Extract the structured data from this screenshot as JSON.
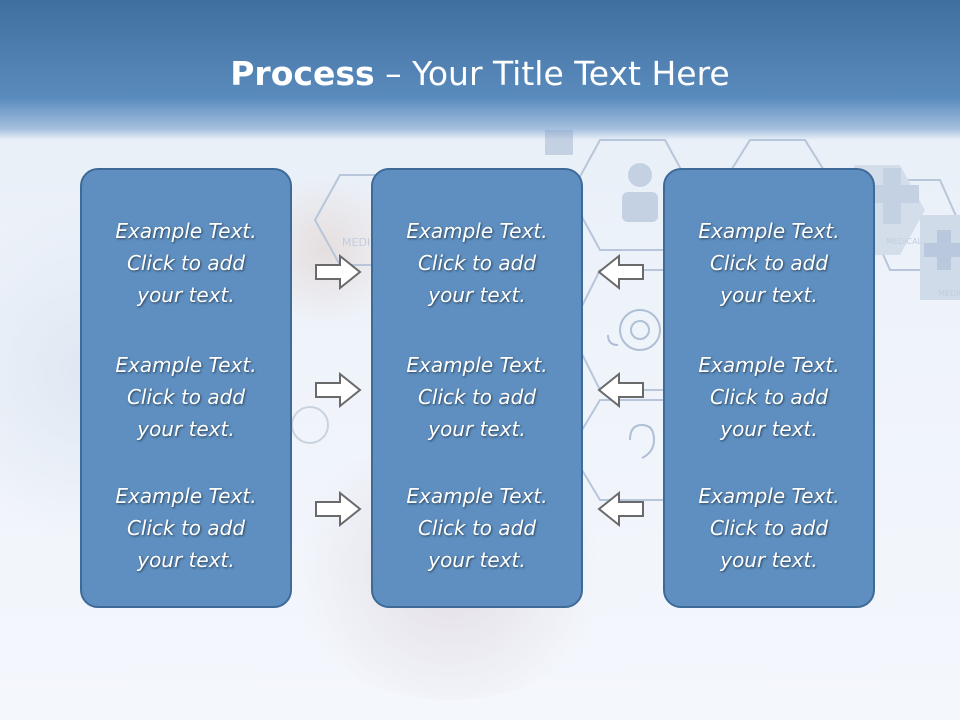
{
  "title": {
    "bold": "Process",
    "rest": " – Your Title Text Here"
  },
  "columns": [
    {
      "blocks": [
        [
          "Example Text.",
          "Click  to add",
          "your text."
        ],
        [
          "Example Text.",
          "Click  to add",
          "your text."
        ],
        [
          "Example Text.",
          "Click  to add",
          "your text."
        ]
      ]
    },
    {
      "blocks": [
        [
          "Example Text.",
          "Click  to add",
          "your text."
        ],
        [
          "Example Text.",
          "Click  to add",
          "your text."
        ],
        [
          "Example Text.",
          "Click  to add",
          "your text."
        ]
      ]
    },
    {
      "blocks": [
        [
          "Example Text.",
          "Click  to add",
          "your text."
        ],
        [
          "Example Text.",
          "Click  to add",
          "your text."
        ],
        [
          "Example Text.",
          "Click  to add",
          "your text."
        ]
      ]
    }
  ],
  "background_labels": [
    "MEDIC",
    "MEDICAL",
    "MEDIC"
  ],
  "arrows": {
    "left_group": "right-arrow-icon",
    "right_group": "left-arrow-icon"
  },
  "colors": {
    "header": "#4a7cae",
    "card": "#5e8fc0",
    "card_border": "#3e6a98",
    "arrow_fill": "#ffffff",
    "arrow_stroke": "#6a6a6a"
  }
}
